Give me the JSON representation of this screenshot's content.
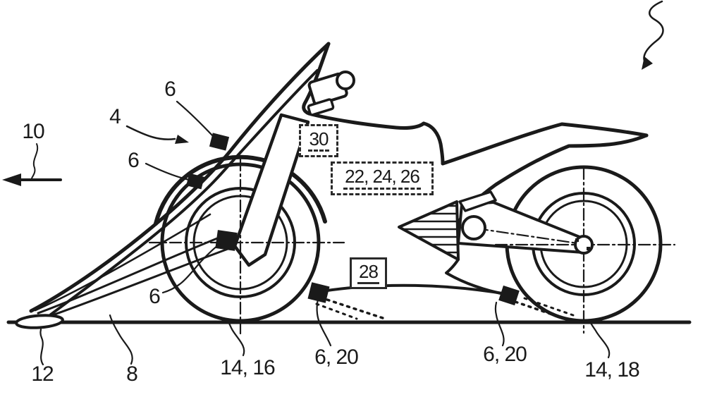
{
  "figure": {
    "kind": "patent-line-drawing",
    "subject": "motorcycle-side-view-with-leaning-front-linkage",
    "colors": {
      "ink": "#1a1a1a",
      "background": "#ffffff"
    },
    "labels": {
      "ref10": "10",
      "ref4": "4",
      "ref6a": "6",
      "ref6b": "6",
      "ref6c": "6",
      "ref12": "12",
      "ref8": "8",
      "ref14_16": "14, 16",
      "ref6_20a": "6, 20",
      "ref6_20b": "6, 20",
      "ref14_18": "14, 18"
    },
    "boxed_labels": {
      "box30": "30",
      "box22_24_26": "22, 24, 26",
      "box28": "28"
    }
  }
}
